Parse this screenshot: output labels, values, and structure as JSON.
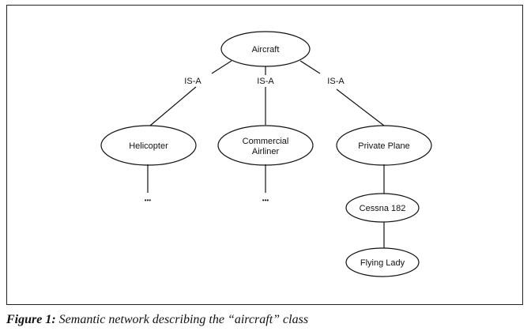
{
  "diagram": {
    "nodes": {
      "aircraft": "Aircraft",
      "helicopter": "Helicopter",
      "commercial_airliner_line1": "Commercial",
      "commercial_airliner_line2": "Airliner",
      "private_plane": "Private Plane",
      "cessna": "Cessna 182",
      "flying_lady": "Flying Lady"
    },
    "edge_labels": [
      "IS-A",
      "IS-A",
      "IS-A"
    ],
    "ellipsis": [
      "•••",
      "•••"
    ]
  },
  "caption": {
    "label": "Figure 1:",
    "text": " Semantic network describing the “aircraft” class"
  }
}
